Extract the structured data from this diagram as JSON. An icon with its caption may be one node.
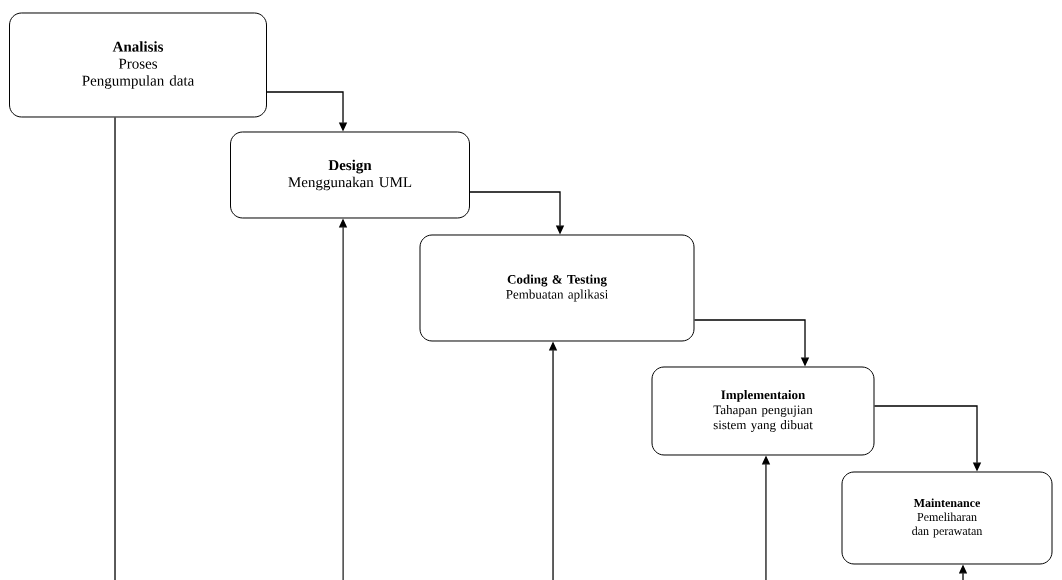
{
  "diagram": {
    "nodes": [
      {
        "text": [
          "Analisis",
          "Proses Pengumpulan data"
        ]
      },
      {
        "text": [
          "Design",
          "Menggunakan UML"
        ]
      },
      {
        "text": [
          "Coding & Testing",
          "Pembuatan aplikasi"
        ]
      },
      {
        "text": [
          "Implementaion",
          "Tahapan pengujian sistem yang dibuat"
        ]
      },
      {
        "text": [
          "Maintenance",
          "Pemeliharan dan perawatan"
        ]
      }
    ],
    "edges": [
      {
        "from": 0,
        "to": 1,
        "arrow": "to"
      },
      {
        "from": 1,
        "to": 2,
        "arrow": "to"
      },
      {
        "from": 2,
        "to": 3,
        "arrow": "to"
      },
      {
        "from": 3,
        "to": 4,
        "arrow": "to"
      },
      {
        "from": 0,
        "to": null,
        "arrow": "none"
      },
      {
        "from": null,
        "to": 1,
        "arrow": "to"
      },
      {
        "from": null,
        "to": 2,
        "arrow": "to"
      },
      {
        "from": null,
        "to": 3,
        "arrow": "to"
      },
      {
        "from": null,
        "to": 4,
        "arrow": "to"
      }
    ]
  }
}
